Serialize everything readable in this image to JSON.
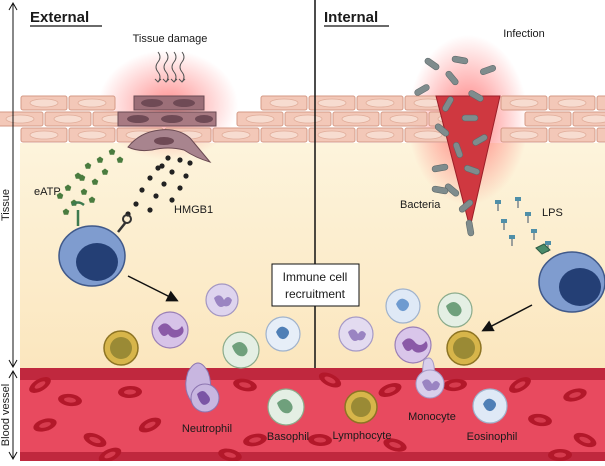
{
  "headers": {
    "left": "External",
    "right": "Internal"
  },
  "side_labels": {
    "tissue": "Tissue",
    "vessel": "Blood vessel"
  },
  "labels": {
    "tissue_damage": "Tissue damage",
    "infection": "Infection",
    "eatp": "eATP",
    "hmgb1": "HMGB1",
    "bacteria": "Bacteria",
    "lps": "LPS",
    "recruitment_line1": "Immune cell",
    "recruitment_line2": "recruitment"
  },
  "cells": {
    "neutrophil": "Neutrophil",
    "basophil": "Basophil",
    "lymphocyte": "Lymphocyte",
    "monocyte": "Monocyte",
    "eosinophil": "Eosinophil"
  },
  "colors": {
    "tissue_bg": "#fdf3d6",
    "epithelium": "#f3c8b8",
    "vessel": "#e84a5f",
    "rbc": "#b3182a",
    "macrophage": "#7f9ccf",
    "nucleus": "#243f75",
    "bacteria": "#7f8c8d",
    "wound": "#cf3840"
  }
}
